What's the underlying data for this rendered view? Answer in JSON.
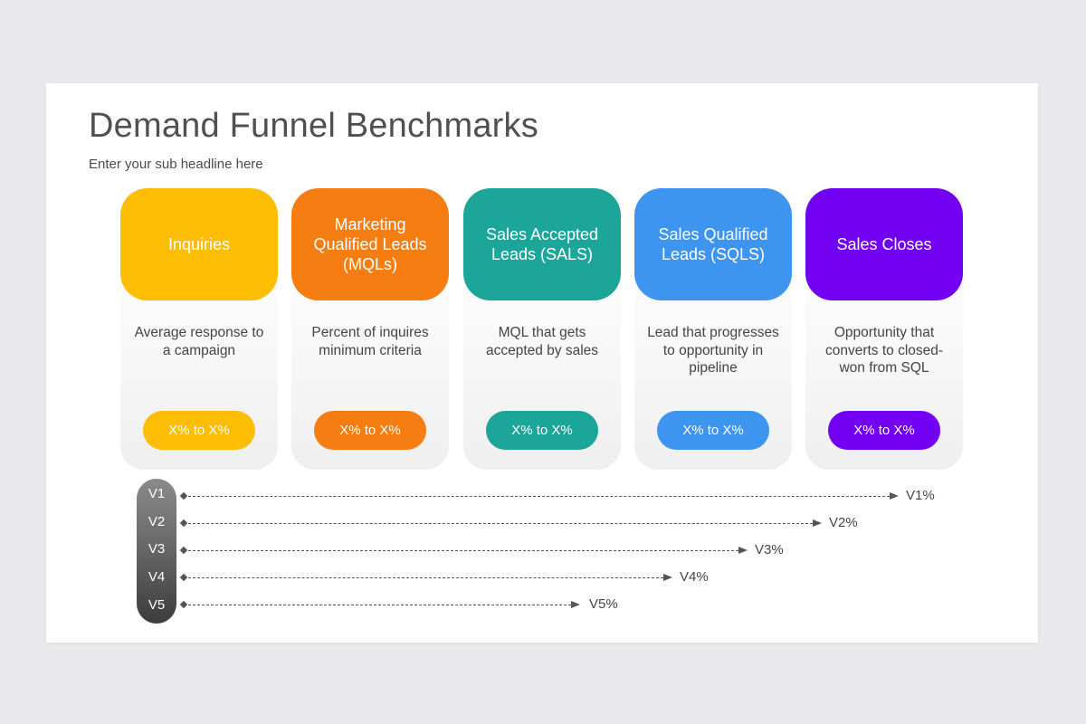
{
  "title": "Demand Funnel Benchmarks",
  "subtitle": "Enter your sub headline here",
  "stages": [
    {
      "name": "Inquiries",
      "desc": "Average response to a campaign",
      "value": "X% to X%",
      "color": "#fdbd03"
    },
    {
      "name": "Marketing Qualified Leads (MQLs)",
      "desc": "Percent of inquires minimum criteria",
      "value": "X% to X%",
      "color": "#f57d11"
    },
    {
      "name": "Sales Accepted Leads (SALS)",
      "desc": "MQL that gets accepted by sales",
      "value": "X% to X%",
      "color": "#1ca599"
    },
    {
      "name": "Sales Qualified Leads (SQLS)",
      "desc": "Lead that progresses to opportunity in pipeline",
      "value": "X% to X%",
      "color": "#3d95f0"
    },
    {
      "name": "Sales Closes",
      "desc": "Opportunity that converts to closed- won from SQL",
      "value": "X% to X%",
      "color": "#7200f2"
    }
  ],
  "velocity": [
    {
      "label": "V1",
      "value": "V1%"
    },
    {
      "label": "V2",
      "value": "V2%"
    },
    {
      "label": "V3",
      "value": "V3%"
    },
    {
      "label": "V4",
      "value": "V4%"
    },
    {
      "label": "V5",
      "value": "V5%"
    }
  ]
}
